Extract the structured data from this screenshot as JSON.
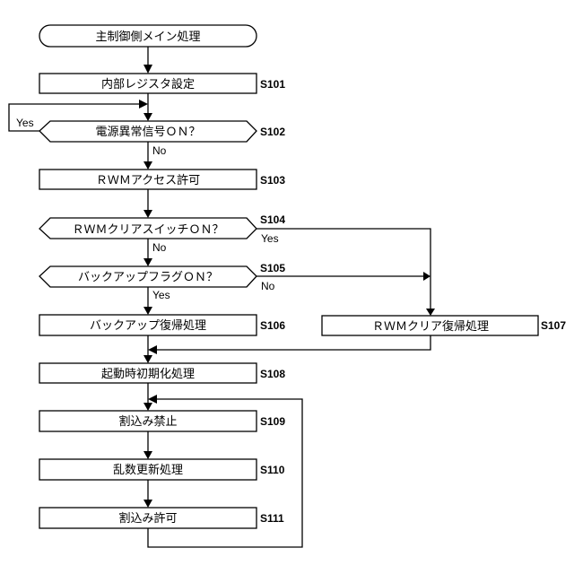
{
  "nodes": {
    "start": {
      "label": "主制御側メイン処理"
    },
    "s101": {
      "label": "内部レジスタ設定",
      "step": "S101"
    },
    "s102": {
      "label": "電源異常信号ＯＮ？",
      "step": "S102",
      "yes": "Yes",
      "no": "No"
    },
    "s103": {
      "label": "ＲＷＭアクセス許可",
      "step": "S103"
    },
    "s104": {
      "label": "ＲＷＭクリアスイッチＯＮ？",
      "step": "S104",
      "yes": "Yes",
      "no": "No"
    },
    "s105": {
      "label": "バックアップフラグＯＮ？",
      "step": "S105",
      "yes": "Yes",
      "no": "No"
    },
    "s106": {
      "label": "バックアップ復帰処理",
      "step": "S106"
    },
    "s107": {
      "label": "ＲＷＭクリア復帰処理",
      "step": "S107"
    },
    "s108": {
      "label": "起動時初期化処理",
      "step": "S108"
    },
    "s109": {
      "label": "割込み禁止",
      "step": "S109"
    },
    "s110": {
      "label": "乱数更新処理",
      "step": "S110"
    },
    "s111": {
      "label": "割込み許可",
      "step": "S111"
    }
  }
}
